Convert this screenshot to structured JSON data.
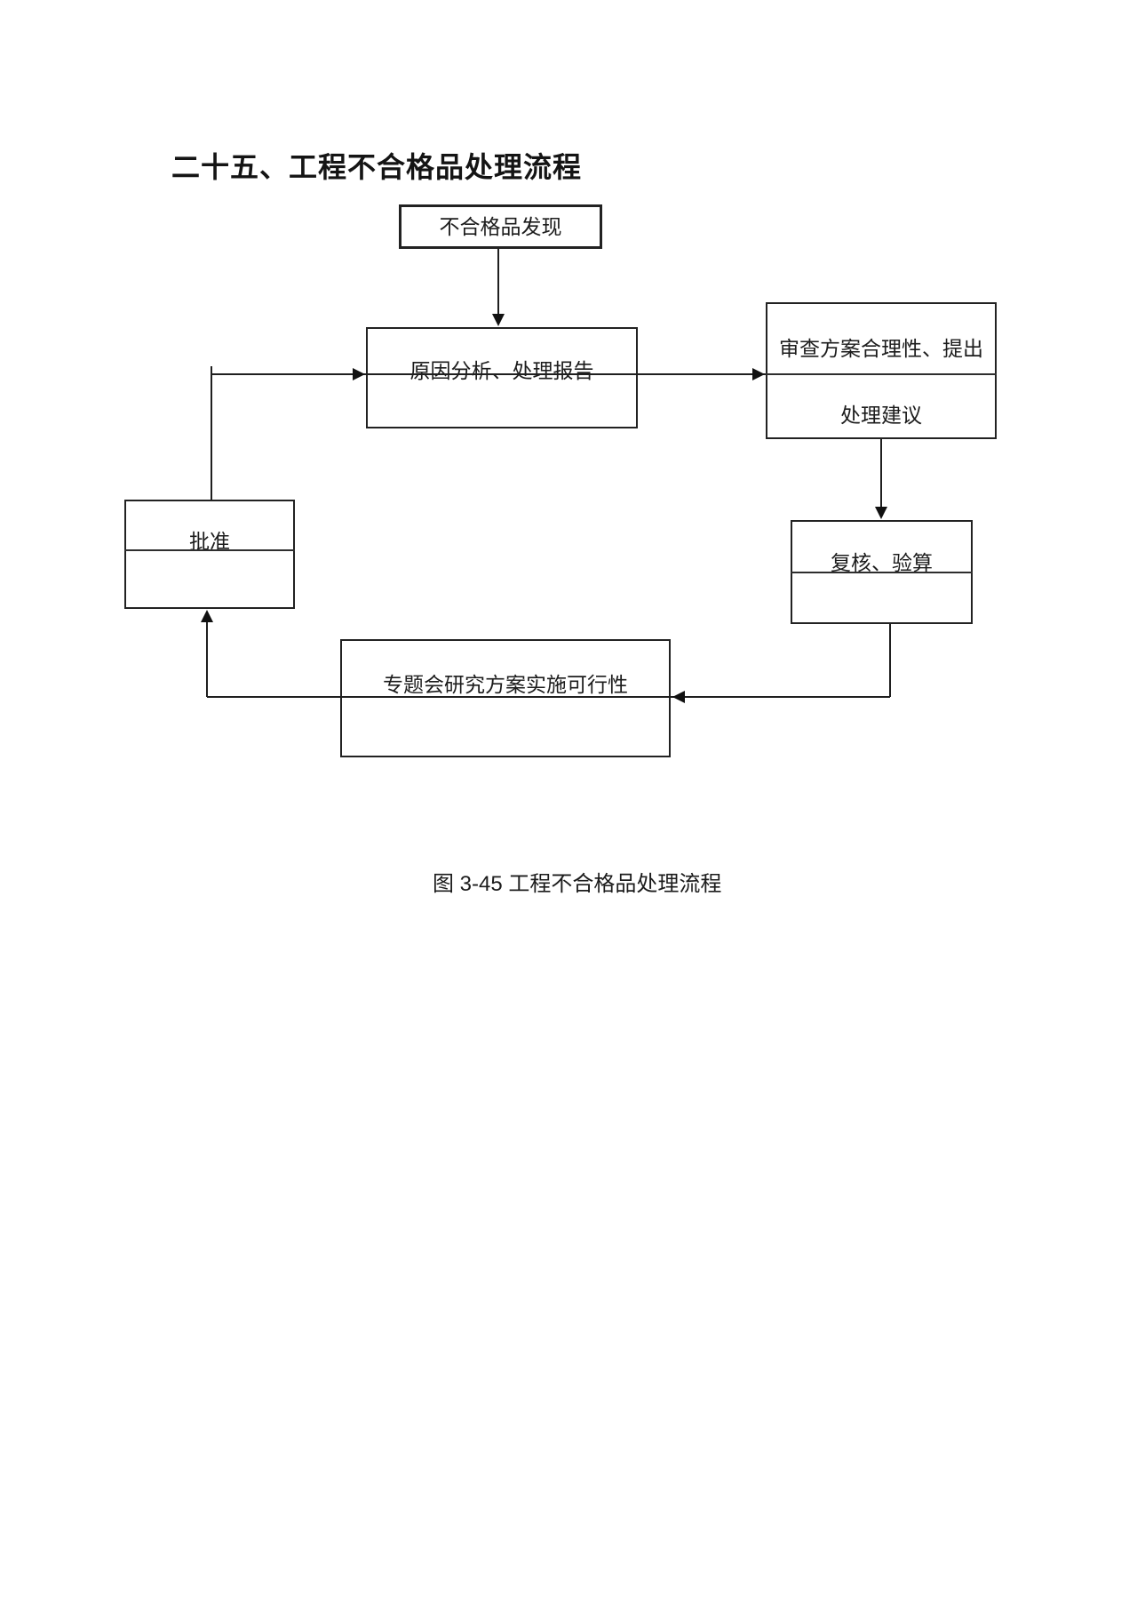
{
  "page": {
    "title": "二十五、工程不合格品处理流程",
    "figure_caption": "图 3-45 工程不合格品处理流程"
  },
  "flowchart": {
    "nodes": {
      "discover": {
        "label": "不合格品发现"
      },
      "analysis": {
        "label": "原因分析、处理报告"
      },
      "review": {
        "line1": "审查方案合理性、提出",
        "line2": "处理建议"
      },
      "verify": {
        "label": "复核、验算"
      },
      "meeting": {
        "label": "专题会研究方案实施可行性"
      },
      "approve": {
        "label": "批准"
      }
    },
    "edges": [
      {
        "from": "discover",
        "to": "analysis"
      },
      {
        "from": "analysis",
        "to": "review"
      },
      {
        "from": "review",
        "to": "verify"
      },
      {
        "from": "verify",
        "to": "meeting"
      },
      {
        "from": "meeting",
        "to": "approve"
      },
      {
        "from": "approve",
        "to": "analysis"
      }
    ],
    "line_color": "#1f1f1f",
    "background_color": "#ffffff"
  }
}
